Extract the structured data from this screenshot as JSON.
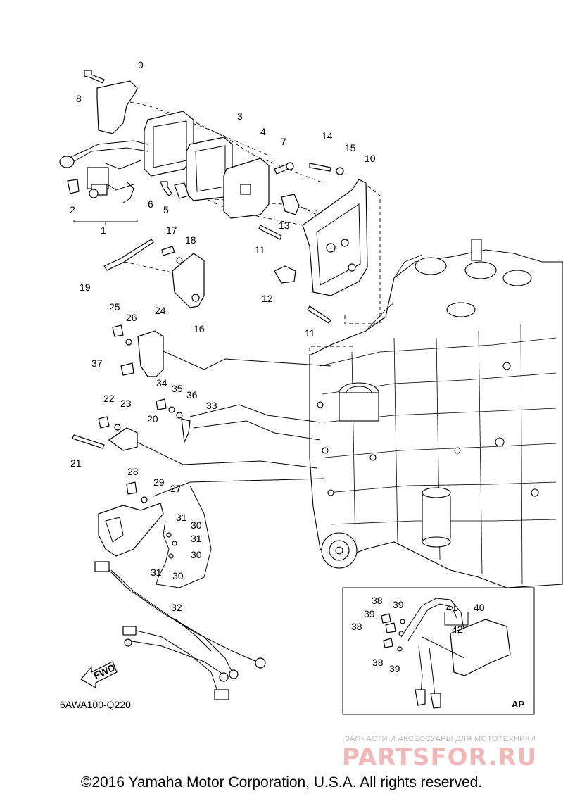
{
  "diagram_code": "6AWA100-Q220",
  "inset_label": "AP",
  "fwd_label": "FWD",
  "watermark": {
    "subtitle": "ЗАПЧАСТИ И АКСЕССУАРЫ ДЛЯ МОТОТЕХНИКИ",
    "logo": "PARTSFOR.RU",
    "color": "#f0b8b8"
  },
  "copyright": "©2016 Yamaha Motor Corporation, U.S.A. All rights reserved.",
  "callouts": [
    "1",
    "2",
    "3",
    "4",
    "5",
    "6",
    "7",
    "8",
    "9",
    "10",
    "11",
    "11",
    "12",
    "13",
    "14",
    "15",
    "16",
    "17",
    "18",
    "19",
    "20",
    "21",
    "22",
    "23",
    "24",
    "25",
    "26",
    "27",
    "28",
    "29",
    "30",
    "30",
    "30",
    "31",
    "31",
    "31",
    "32",
    "33",
    "34",
    "35",
    "36",
    "37",
    "38",
    "38",
    "38",
    "39",
    "39",
    "39",
    "40",
    "41",
    "42"
  ]
}
